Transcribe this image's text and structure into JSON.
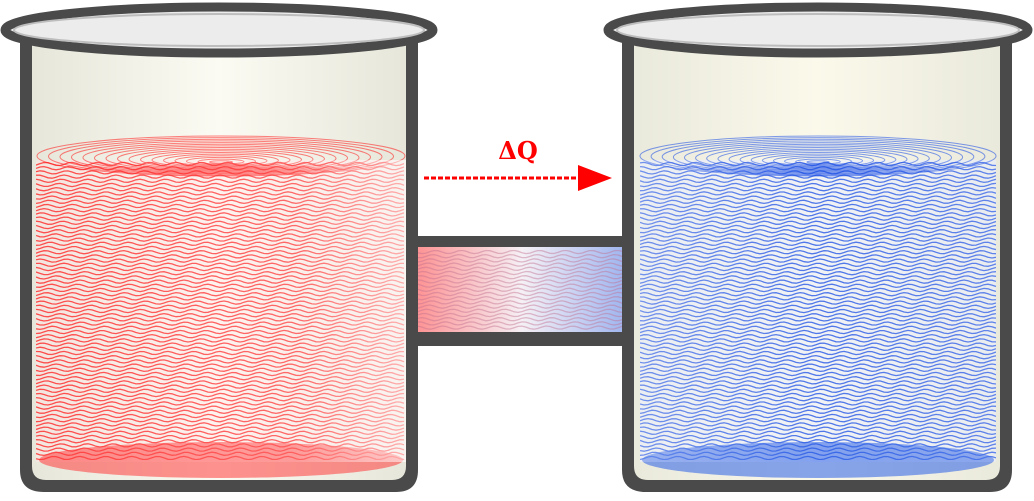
{
  "label": "ΔQ",
  "colors": {
    "hot": "#ff1a1a",
    "cold": "#1a4de6",
    "glass": "#4a4a4a",
    "arrow": "#ff0000"
  },
  "beakers": [
    {
      "name": "hot-beaker",
      "liquid_color": "hot"
    },
    {
      "name": "cold-beaker",
      "liquid_color": "cold"
    }
  ]
}
